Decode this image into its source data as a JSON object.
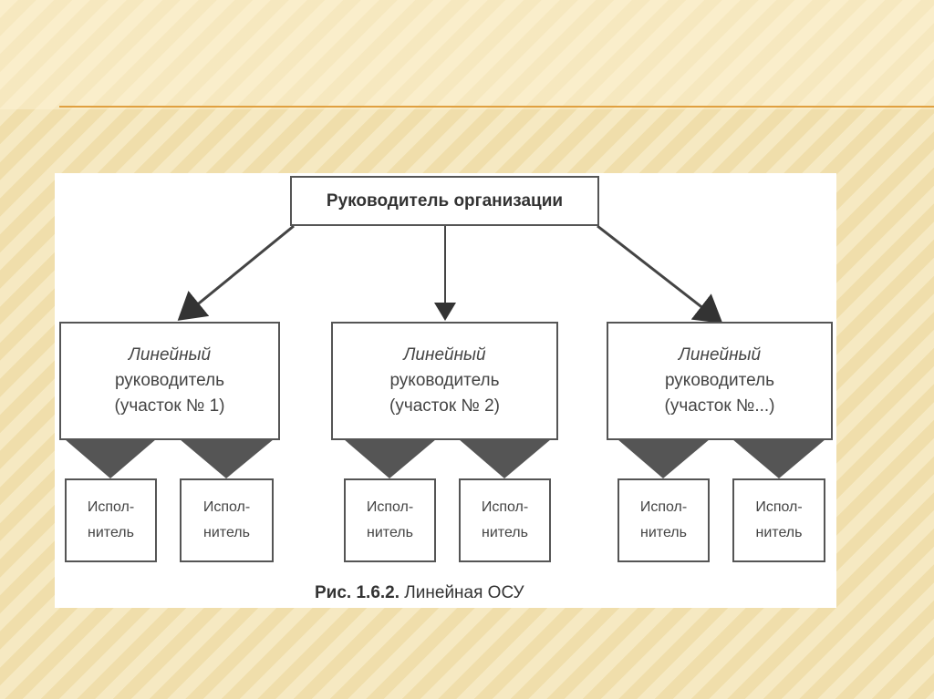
{
  "diagram": {
    "head": "Руководитель организации",
    "managers": [
      {
        "line1": "Линейный",
        "line2": "руководитель",
        "line3": "(участок № 1)"
      },
      {
        "line1": "Линейный",
        "line2": "руководитель",
        "line3": "(участок № 2)"
      },
      {
        "line1": "Линейный",
        "line2": "руководитель",
        "line3": "(участок №...)"
      }
    ],
    "executor": {
      "line1": "Испол-",
      "line2": "нитель"
    },
    "caption_label": "Рис. 1.6.2.",
    "caption_text": "Линейная ОСУ"
  },
  "colors": {
    "background": "#f4e4b4",
    "rule": "#e0a040",
    "triangle": "#555555"
  }
}
